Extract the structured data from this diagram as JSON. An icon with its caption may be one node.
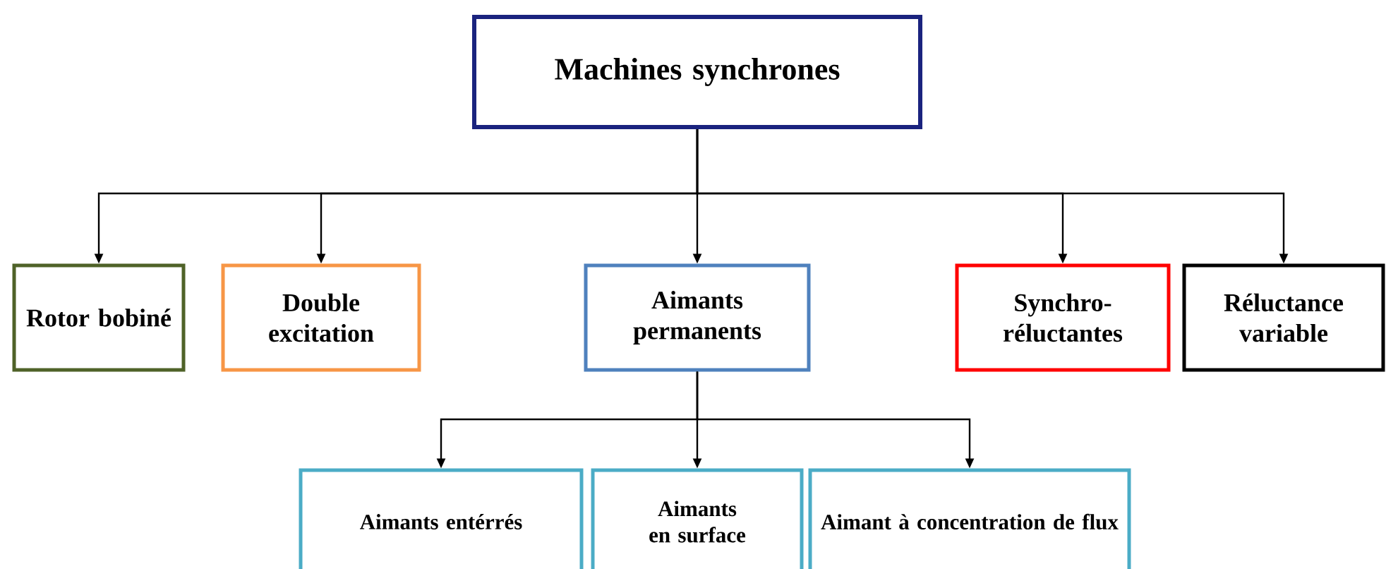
{
  "diagram": {
    "nodes": [
      {
        "text": [
          "Machines synchrones"
        ]
      },
      {
        "text": [
          "Rotor bobiné"
        ]
      },
      {
        "text": [
          "Double excitation"
        ]
      },
      {
        "text": [
          "Aimants permanents"
        ]
      },
      {
        "text": [
          "Synchro-réluctantes"
        ]
      },
      {
        "text": [
          "Réluctance variable"
        ]
      },
      {
        "text": [
          "Aimants entérrés"
        ]
      },
      {
        "text": [
          "Aimants en surface"
        ]
      },
      {
        "text": [
          "Aimant à concentration de flux"
        ]
      }
    ],
    "edges": [
      {
        "from": 0,
        "to": 1,
        "arrow": "to"
      },
      {
        "from": 0,
        "to": 2,
        "arrow": "to"
      },
      {
        "from": 0,
        "to": 3,
        "arrow": "to"
      },
      {
        "from": 0,
        "to": 4,
        "arrow": "to"
      },
      {
        "from": 0,
        "to": 5,
        "arrow": "to"
      },
      {
        "from": 3,
        "to": 6,
        "arrow": "to"
      },
      {
        "from": 3,
        "to": 7,
        "arrow": "to"
      },
      {
        "from": 3,
        "to": 8,
        "arrow": "to"
      }
    ]
  }
}
